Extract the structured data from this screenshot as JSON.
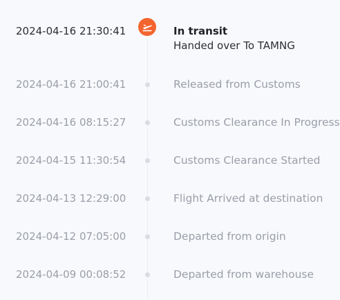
{
  "tracking": {
    "current": {
      "timestamp": "2024-04-16 21:30:41",
      "title": "In transit",
      "subtitle": "Handed over To TAMNG",
      "icon": "plane-icon",
      "accent_color": "#f3652f"
    },
    "history": [
      {
        "timestamp": "2024-04-16 21:00:41",
        "description": "Released from Customs"
      },
      {
        "timestamp": "2024-04-16 08:15:27",
        "description": "Customs Clearance In Progress"
      },
      {
        "timestamp": "2024-04-15 11:30:54",
        "description": "Customs Clearance Started"
      },
      {
        "timestamp": "2024-04-13 12:29:00",
        "description": "Flight Arrived at destination"
      },
      {
        "timestamp": "2024-04-12 07:05:00",
        "description": "Departed from origin"
      },
      {
        "timestamp": "2024-04-09 00:08:52",
        "description": "Departed from warehouse"
      }
    ]
  }
}
